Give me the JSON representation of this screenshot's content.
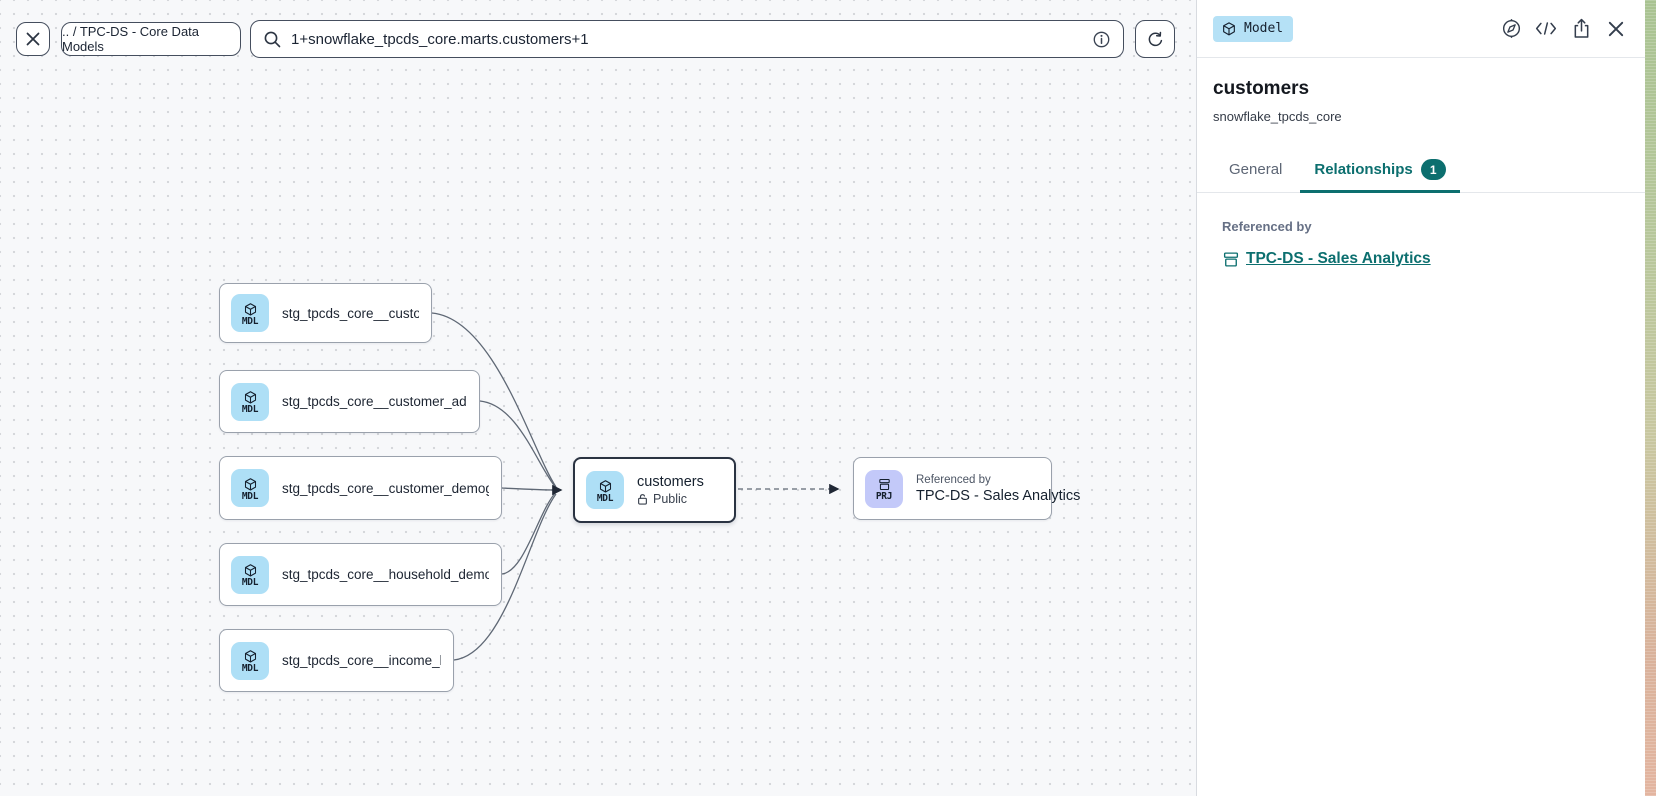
{
  "toolbar": {
    "breadcrumb": ".. / TPC-DS - Core Data Models",
    "search_value": "1+snowflake_tpcds_core.marts.customers+1"
  },
  "panel": {
    "resource_badge": "Model",
    "title": "customers",
    "subtitle": "snowflake_tpcds_core",
    "tabs": [
      {
        "label": "General"
      },
      {
        "label": "Relationships",
        "count": "1"
      }
    ],
    "section_label": "Referenced by",
    "reference_link": "TPC-DS - Sales Analytics"
  },
  "canvas": {
    "upstream_nodes": [
      {
        "kind": "MDL",
        "label": "stg_tpcds_core__customer"
      },
      {
        "kind": "MDL",
        "label": "stg_tpcds_core__customer_address"
      },
      {
        "kind": "MDL",
        "label": "stg_tpcds_core__customer_demogra..."
      },
      {
        "kind": "MDL",
        "label": "stg_tpcds_core__household_demogr..."
      },
      {
        "kind": "MDL",
        "label": "stg_tpcds_core__income_band"
      }
    ],
    "selected_node": {
      "kind": "MDL",
      "title": "customers",
      "access": "Public"
    },
    "downstream_node": {
      "kind": "PRJ",
      "eyebrow": "Referenced by",
      "title": "TPC-DS - Sales Analytics"
    }
  },
  "colors": {
    "accent_teal": "#0c6f6f",
    "model_icon_bg": "#aedff6",
    "project_icon_bg": "#c3c9f9",
    "model_badge_bg": "#b5e1f6",
    "canvas_bg": "#f7f8fa"
  }
}
